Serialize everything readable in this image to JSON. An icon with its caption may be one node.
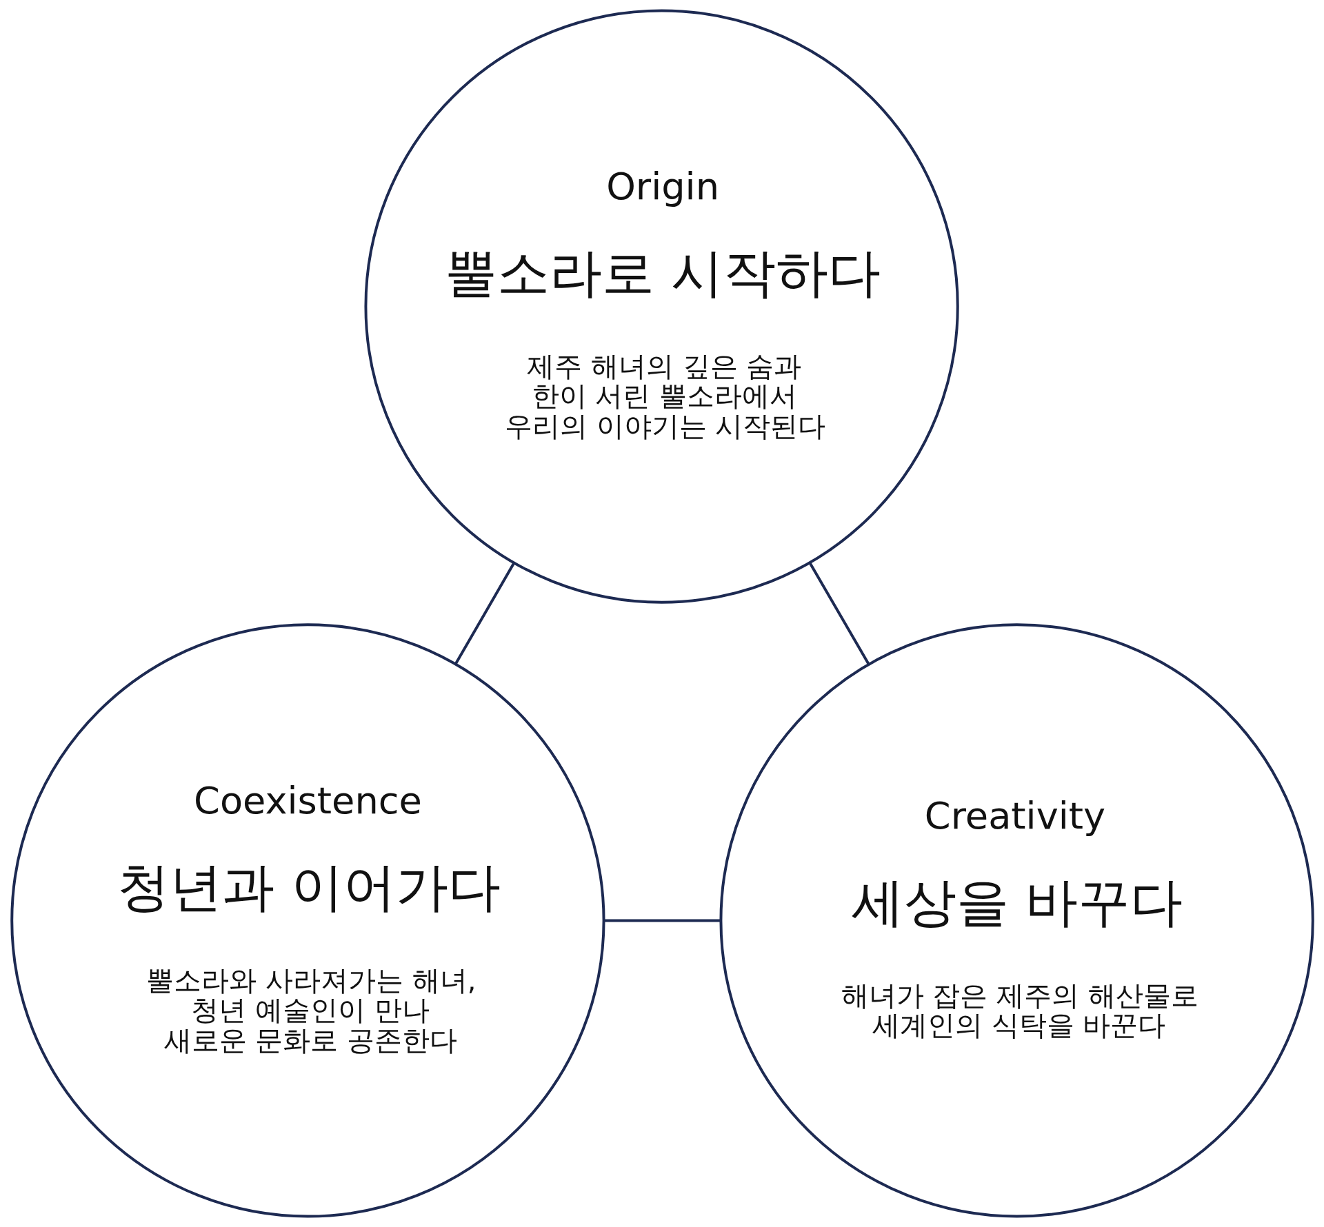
{
  "diagram": {
    "nodes": [
      {
        "text": [
          "Origin",
          "뿔소라로 시작하다",
          "제주 해녀의 깊은 숨과 한이 서린 뿔소라에서 우리의 이야기는 시작된다"
        ]
      },
      {
        "text": [
          "Coexistence",
          "청년과 이어가다",
          "뿔소라와 사라져가는 해녀, 청년 예술인이 만나 새로운 문화로 공존한다"
        ]
      },
      {
        "text": [
          "Creativity",
          "세상을 바꾸다",
          "해녀가 잡은 제주의 해산물로 세계인의 식탁을 바꾼다"
        ]
      }
    ],
    "edges": [
      {
        "from": 0,
        "to": 1,
        "arrow": "none"
      },
      {
        "from": 0,
        "to": 2,
        "arrow": "none"
      },
      {
        "from": 1,
        "to": 2,
        "arrow": "none"
      }
    ]
  }
}
